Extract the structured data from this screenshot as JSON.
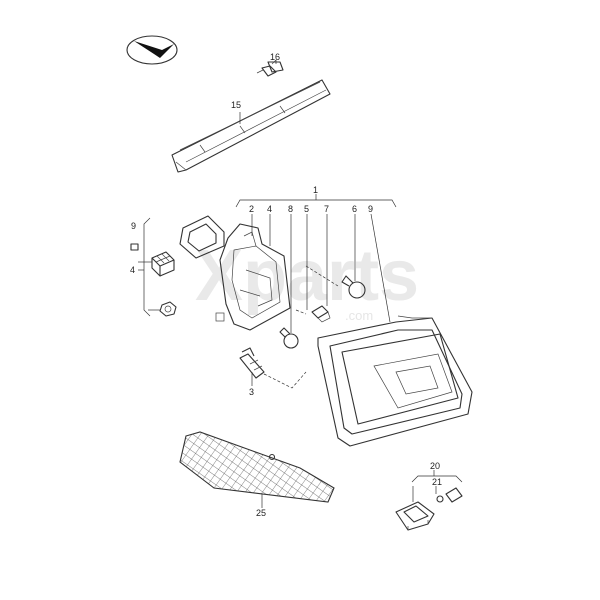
{
  "watermark": {
    "text": "Xparts",
    "subtext": ".com"
  },
  "labels": {
    "c1": "1",
    "c2": "2",
    "c3": "3",
    "c4a": "4",
    "c4b": "4",
    "c5": "5",
    "c6": "6",
    "c7": "7",
    "c8": "8",
    "c9a": "9",
    "c9b": "9",
    "c15": "15",
    "c16": "16",
    "c20": "20",
    "c21": "21",
    "c25": "25"
  },
  "icons": {
    "orientation": "direction-arrow-icon"
  }
}
